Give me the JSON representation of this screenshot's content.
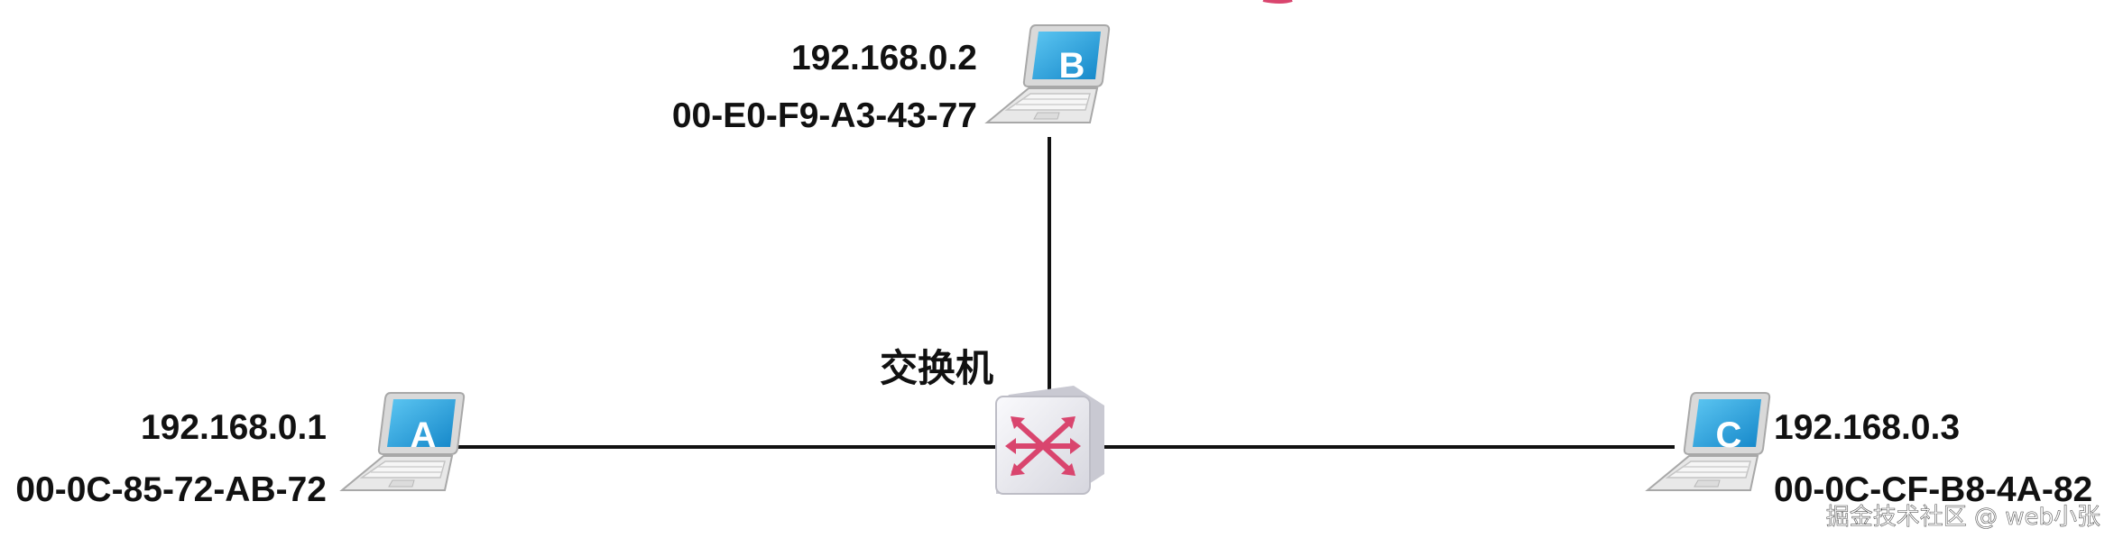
{
  "switch": {
    "label": "交换机"
  },
  "hosts": [
    {
      "letter": "A",
      "ip": "192.168.0.1",
      "mac": "00-0C-85-72-AB-72"
    },
    {
      "letter": "B",
      "ip": "192.168.0.2",
      "mac": "00-E0-F9-A3-43-77"
    },
    {
      "letter": "C",
      "ip": "192.168.0.3",
      "mac": "00-0C-CF-B8-4A-82"
    }
  ],
  "watermark": "掘金技术社区 @ web小张",
  "colors": {
    "link": "#111111",
    "screen": "#1ea1df",
    "switch_arrows": "#d9456e",
    "switch_body": "#e8e8ee",
    "laptop_body": "#e6e6e6"
  }
}
